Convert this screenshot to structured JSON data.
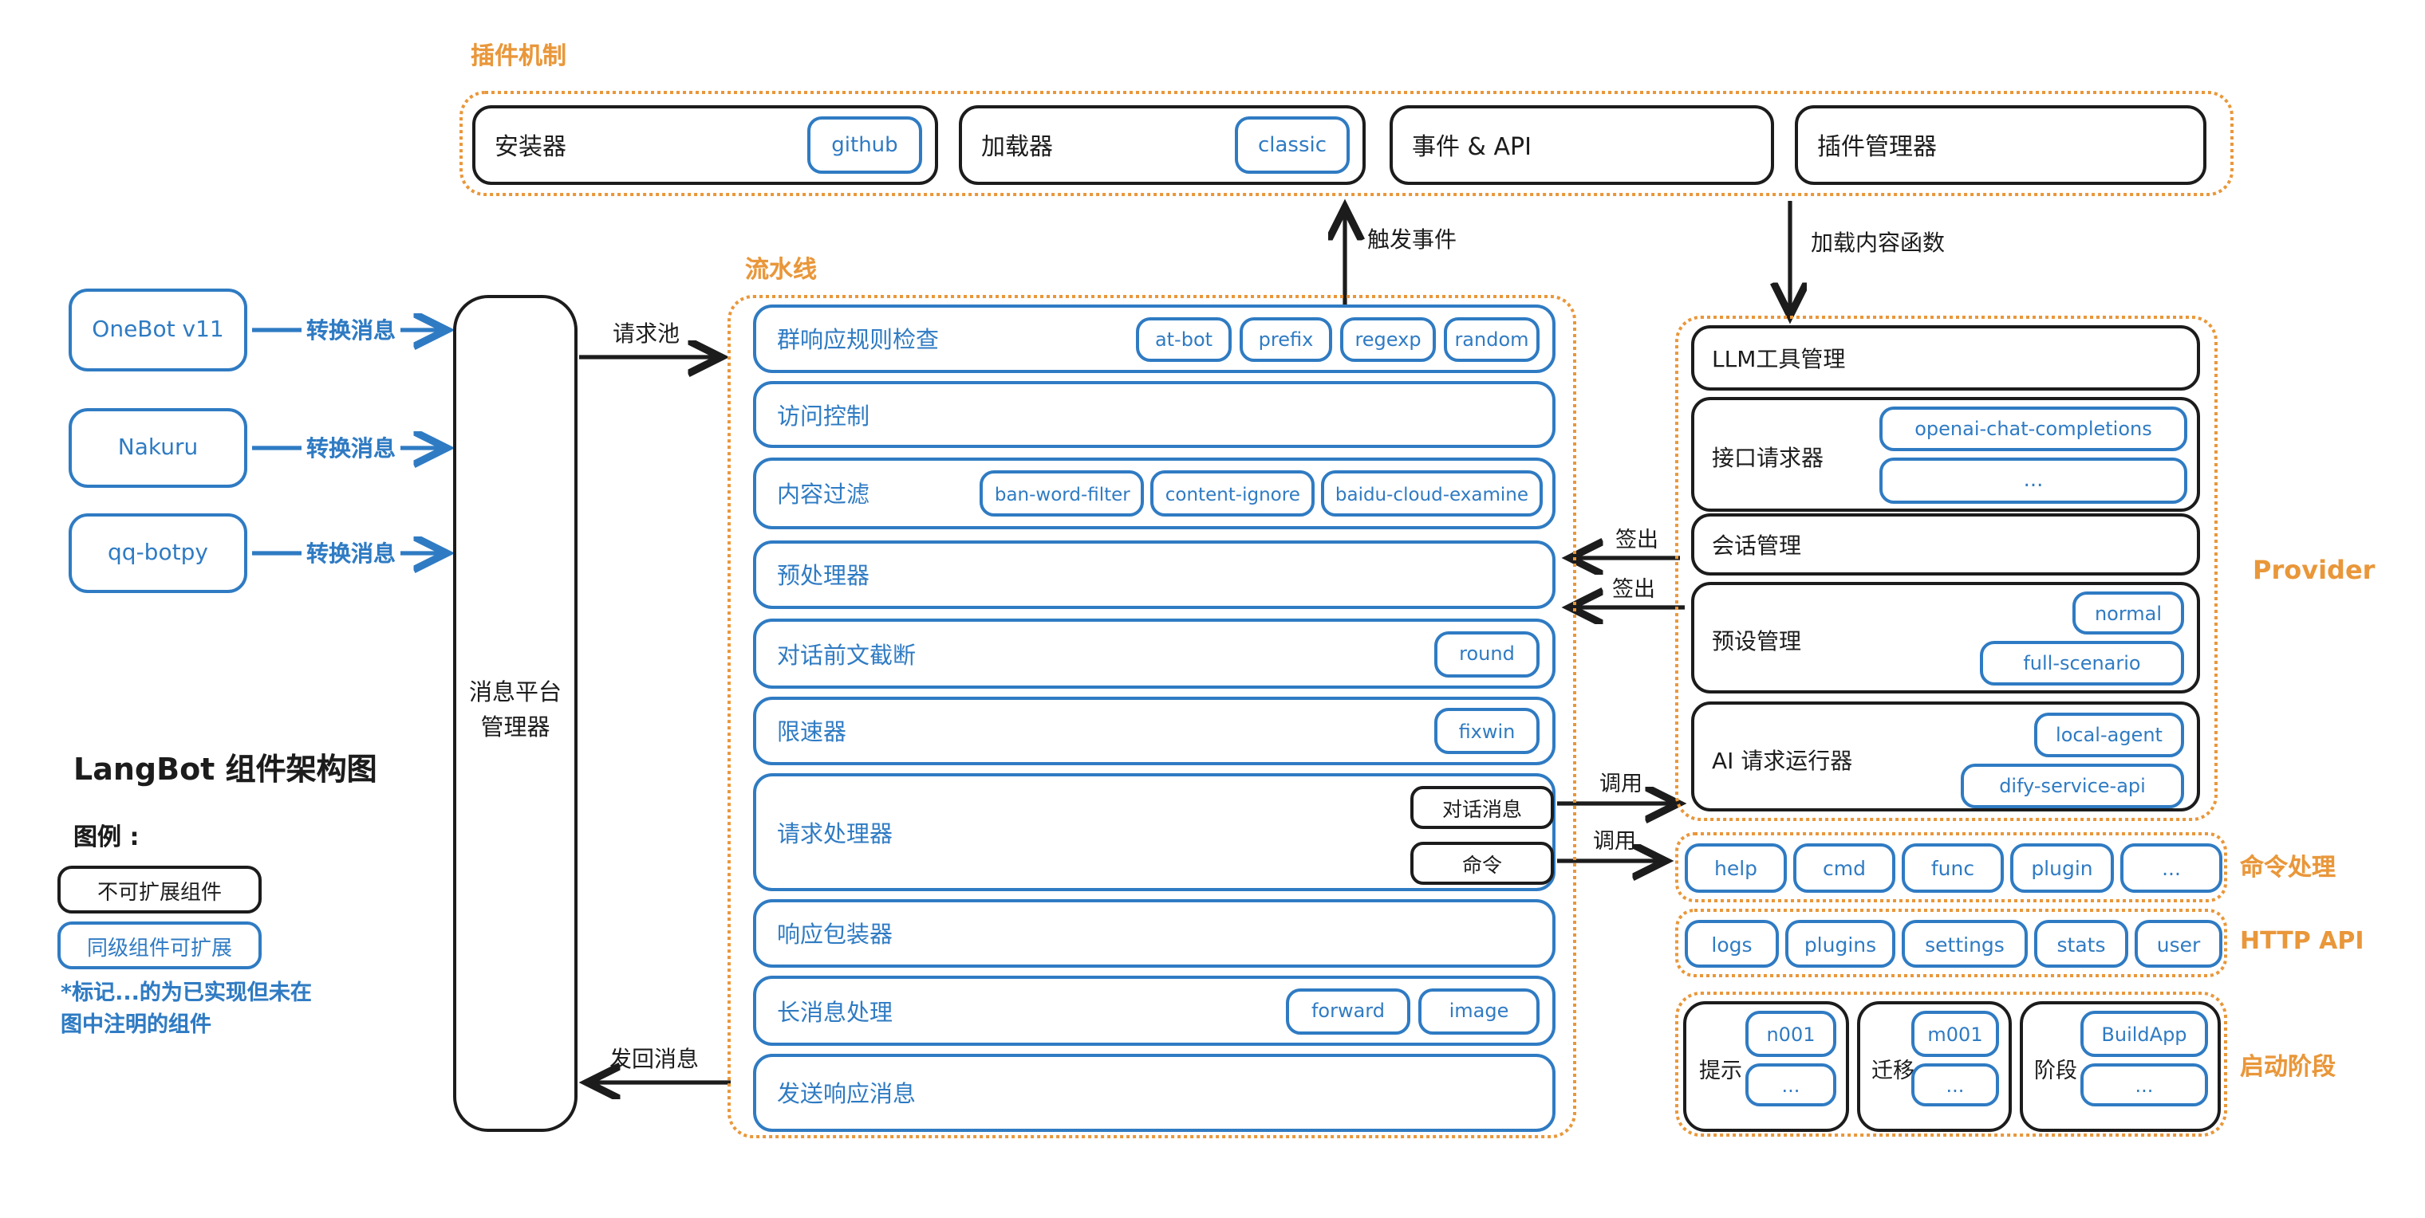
{
  "colors": {
    "blue": "#2f7bc3",
    "orange": "#e9973a",
    "black": "#1c1c1c"
  },
  "title": "LangBot 组件架构图",
  "legend": {
    "heading": "图例 :",
    "non_extensible": "不可扩展组件",
    "extensible": "同级组件可扩展",
    "note_line1": "*标记...的为已实现但未在",
    "note_line2": "图中注明的组件"
  },
  "plugin_section": {
    "label": "插件机制",
    "installer": {
      "label": "安装器",
      "badge": "github"
    },
    "loader": {
      "label": "加载器",
      "badge": "classic"
    },
    "events_api": {
      "label": "事件 & API"
    },
    "plugin_manager": {
      "label": "插件管理器"
    }
  },
  "messengers": {
    "onebot": "OneBot v11",
    "nakuru": "Nakuru",
    "qqbotpy": "qq-botpy",
    "convert_label": "转换消息"
  },
  "platform_manager": {
    "line1": "消息平台",
    "line2": "管理器"
  },
  "arrow_labels": {
    "request_pool": "请求池",
    "send_back": "发回消息",
    "trigger_event": "触发事件",
    "load_content_functions": "加载内容函数",
    "checkout": "签出",
    "invoke": "调用"
  },
  "pipeline": {
    "label": "流水线",
    "rows": [
      {
        "label": "群响应规则检查",
        "badges": [
          "at-bot",
          "prefix",
          "regexp",
          "random"
        ]
      },
      {
        "label": "访问控制",
        "badges": []
      },
      {
        "label": "内容过滤",
        "badges": [
          "ban-word-filter",
          "content-ignore",
          "baidu-cloud-examine"
        ]
      },
      {
        "label": "预处理器",
        "badges": []
      },
      {
        "label": "对话前文截断",
        "badges": [
          "round"
        ]
      },
      {
        "label": "限速器",
        "badges": [
          "fixwin"
        ]
      },
      {
        "label": "请求处理器",
        "badges": [],
        "sub_boxes": [
          "对话消息",
          "命令"
        ]
      },
      {
        "label": "响应包装器",
        "badges": []
      },
      {
        "label": "长消息处理",
        "badges": [
          "forward",
          "image"
        ]
      },
      {
        "label": "发送响应消息",
        "badges": []
      }
    ]
  },
  "provider": {
    "label": "Provider",
    "llm_tools": {
      "label": "LLM工具管理"
    },
    "requester": {
      "label": "接口请求器",
      "badges": [
        "openai-chat-completions",
        "..."
      ]
    },
    "session": {
      "label": "会话管理"
    },
    "preset": {
      "label": "预设管理",
      "badges": [
        "normal",
        "full-scenario"
      ]
    },
    "runner": {
      "label": "AI 请求运行器",
      "badges": [
        "local-agent",
        "dify-service-api"
      ]
    }
  },
  "command_section": {
    "label": "命令处理",
    "badges": [
      "help",
      "cmd",
      "func",
      "plugin",
      "..."
    ]
  },
  "http_api_section": {
    "label": "HTTP API",
    "badges": [
      "logs",
      "plugins",
      "settings",
      "stats",
      "user"
    ]
  },
  "startup_section": {
    "label": "启动阶段",
    "groups": [
      {
        "label": "提示",
        "badges": [
          "n001",
          "..."
        ]
      },
      {
        "label": "迁移",
        "badges": [
          "m001",
          "..."
        ]
      },
      {
        "label": "阶段",
        "badges": [
          "BuildApp",
          "..."
        ]
      }
    ]
  }
}
